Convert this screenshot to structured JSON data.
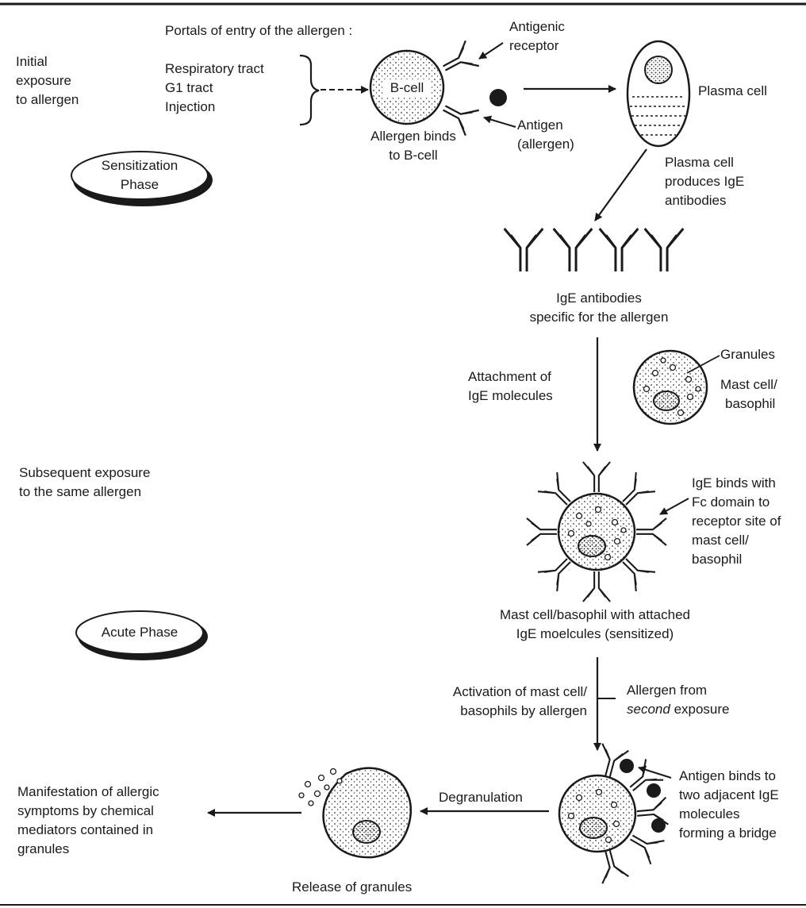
{
  "colors": {
    "ink": "#1a1a1a",
    "paper": "#ffffff"
  },
  "sensitization": {
    "initial_exposure": [
      "Initial",
      "exposure",
      "to allergen"
    ],
    "phase_oval": [
      "Sensitization",
      "Phase"
    ],
    "portals_title": "Portals of entry of the allergen :",
    "portals": [
      "Respiratory tract",
      "G1 tract",
      "Injection"
    ],
    "b_cell": "B-cell",
    "antigenic_receptor": [
      "Antigenic",
      "receptor"
    ],
    "antigen": [
      "Antigen",
      "(allergen)"
    ],
    "allergen_binds": [
      "Allergen binds",
      "to B-cell"
    ],
    "plasma_cell": "Plasma cell",
    "plasma_produces": [
      "Plasma cell",
      "produces IgE",
      "antibodies"
    ],
    "ige_antibodies": [
      "IgE antibodies",
      "specific for the allergen"
    ],
    "attachment": [
      "Attachment of",
      "IgE molecules"
    ],
    "granules": "Granules",
    "mast_cell": [
      "Mast cell/",
      "basophil"
    ]
  },
  "acute": {
    "subsequent_exposure": [
      "Subsequent exposure",
      "to the same allergen"
    ],
    "ige_binds": [
      "IgE binds with",
      "Fc domain to",
      "receptor site of",
      "mast cell/",
      "basophil"
    ],
    "sensitized": [
      "Mast cell/basophil with attached",
      "IgE moelcules (sensitized)"
    ],
    "phase_oval": "Acute Phase",
    "activation": [
      "Activation of mast cell/",
      "basophils by allergen"
    ],
    "allergen_from": "Allergen from",
    "second_exposure_italic": "second",
    "second_exposure_rest": "exposure",
    "antigen_binds": [
      "Antigen binds to",
      "two adjacent IgE",
      "molecules",
      "forming a bridge"
    ],
    "degranulation": "Degranulation",
    "manifestation": [
      "Manifestation of allergic",
      "symptoms by chemical",
      "mediators contained in",
      "granules"
    ],
    "release": "Release of granules"
  }
}
